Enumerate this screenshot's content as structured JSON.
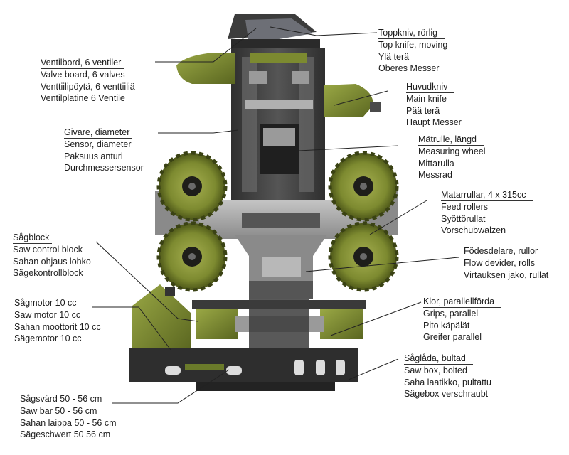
{
  "labels": {
    "top_knife": [
      "Toppkniv, rörlig",
      "Top knife, moving",
      "Ylä terä",
      "Oberes Messer"
    ],
    "main_knife": [
      "Huvudkniv",
      "Main knife",
      "Pää terä",
      "Haupt Messer"
    ],
    "measuring_wheel": [
      "Mätrulle, längd",
      "Measuring wheel",
      "Mittarulla",
      "Messrad"
    ],
    "feed_rollers": [
      "Matarrullar, 4 x 315cc",
      "Feed rollers",
      "Syöttörullat",
      "Vorschubwalzen"
    ],
    "flow_divider": [
      "Födesdelare, rullor",
      "Flow devider, rolls",
      "Virtauksen jako, rullat"
    ],
    "grips": [
      "Klor, parallellförda",
      "Grips, parallel",
      "Pito käpälät",
      "Greifer parallel"
    ],
    "saw_box": [
      "Såglåda, bultad",
      "Saw box, bolted",
      "Saha laatikko, pultattu",
      "Sägebox verschraubt"
    ],
    "valve_board": [
      "Ventilbord, 6 ventiler",
      "Valve board, 6 valves",
      "Venttiilipöytä, 6 venttiiliä",
      "Ventilplatine 6 Ventile"
    ],
    "sensor": [
      "Givare, diameter",
      "Sensor, diameter",
      "Paksuus anturi",
      "Durchmessersensor"
    ],
    "saw_block": [
      "Sågblock",
      "Saw control block",
      "Sahan ohjaus lohko",
      "Sägekontrollblock"
    ],
    "saw_motor": [
      "Sågmotor 10 cc",
      "Saw motor 10 cc",
      "Sahan moottorit 10 cc",
      "Sägemotor 10 cc"
    ],
    "saw_bar": [
      "Sågsvärd 50 - 56 cm",
      "Saw bar 50 - 56 cm",
      "Sahan laippa 50 - 56 cm",
      "Sägeschwert 50 56 cm"
    ]
  },
  "colors": {
    "body_dark": "#3a3a3a",
    "body_mid": "#5a5a5a",
    "metal_light": "#a8a8a8",
    "olive": "#6b7a2a",
    "olive_light": "#8c9a3c",
    "roller_dark": "#1e1e1a",
    "frame_dark": "#2e2e2e",
    "text": "#1d1d1d"
  }
}
